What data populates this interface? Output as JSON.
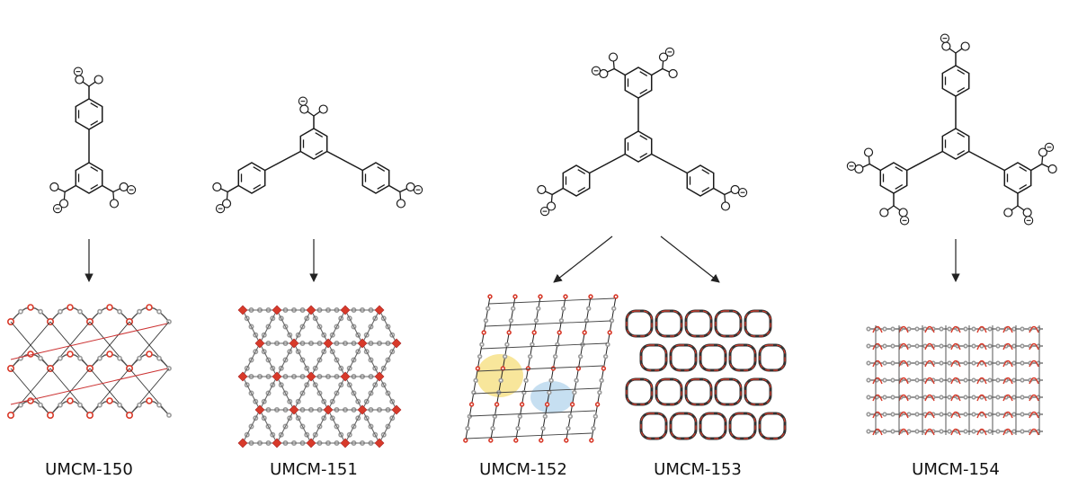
{
  "frameworks": [
    {
      "name": "UMCM-150"
    },
    {
      "name": "UMCM-151"
    },
    {
      "name": "UMCM-152"
    },
    {
      "name": "UMCM-153"
    },
    {
      "name": "UMCM-154"
    }
  ],
  "colors": {
    "bond": "#1a1a1a",
    "oxygen_node": "#d83a2a",
    "carbon_node": "#9a9a9a",
    "highlight_yellow": "#f6dd7a",
    "highlight_blue": "#bcd9ee",
    "arrow": "#222222"
  }
}
